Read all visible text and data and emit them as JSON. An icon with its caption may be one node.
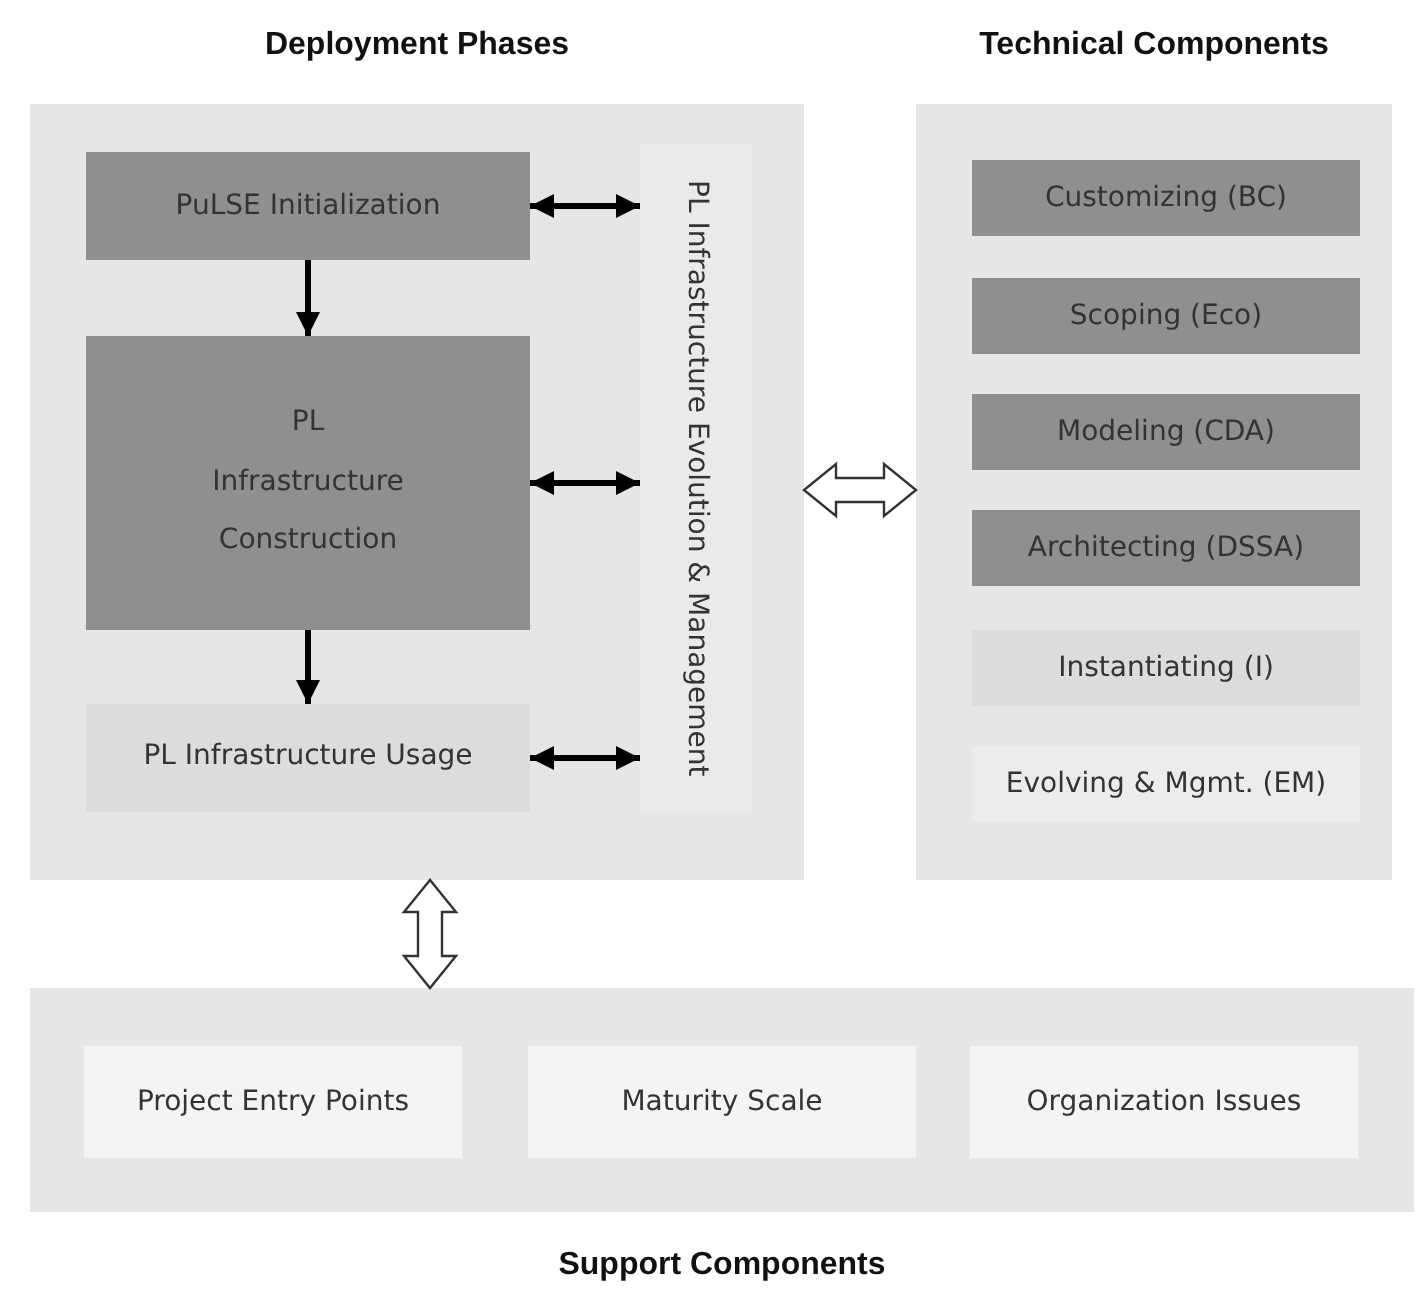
{
  "diagram": {
    "nodes": [
      {
        "text": [
          "Deployment Phases"
        ]
      },
      {
        "text": [
          "PuLSE Initialization"
        ],
        "in": 0
      },
      {
        "text": [
          "PL Infrastructure Construction"
        ],
        "in": 0
      },
      {
        "text": [
          "PL Infrastructure Usage"
        ],
        "in": 0
      },
      {
        "text": [
          "PL Infrastructure Evolution & Management"
        ],
        "in": 0
      },
      {
        "text": [
          "Technical Components"
        ]
      },
      {
        "text": [
          "Customizing (BC)"
        ],
        "in": 5
      },
      {
        "text": [
          "Scoping (Eco)"
        ],
        "in": 5
      },
      {
        "text": [
          "Modeling (CDA)"
        ],
        "in": 5
      },
      {
        "text": [
          "Architecting (DSSA)"
        ],
        "in": 5
      },
      {
        "text": [
          "Instantiating (I)"
        ],
        "in": 5
      },
      {
        "text": [
          "Evolving & Mgmt. (EM)"
        ],
        "in": 5
      },
      {
        "text": [
          "Support Components"
        ]
      },
      {
        "text": [
          "Project Entry Points"
        ],
        "in": 12
      },
      {
        "text": [
          "Maturity Scale"
        ],
        "in": 12
      },
      {
        "text": [
          "Organization Issues"
        ],
        "in": 12
      }
    ],
    "edges": [
      {
        "from": 1,
        "to": 2,
        "arrow": "to"
      },
      {
        "from": 2,
        "to": 3,
        "arrow": "to"
      },
      {
        "from": 1,
        "to": 4,
        "arrow": "both"
      },
      {
        "from": 2,
        "to": 4,
        "arrow": "both"
      },
      {
        "from": 3,
        "to": 4,
        "arrow": "both"
      },
      {
        "from": 0,
        "to": 5,
        "arrow": "both",
        "style": "thick"
      },
      {
        "from": 0,
        "to": 12,
        "arrow": "both",
        "style": "thick"
      }
    ]
  }
}
